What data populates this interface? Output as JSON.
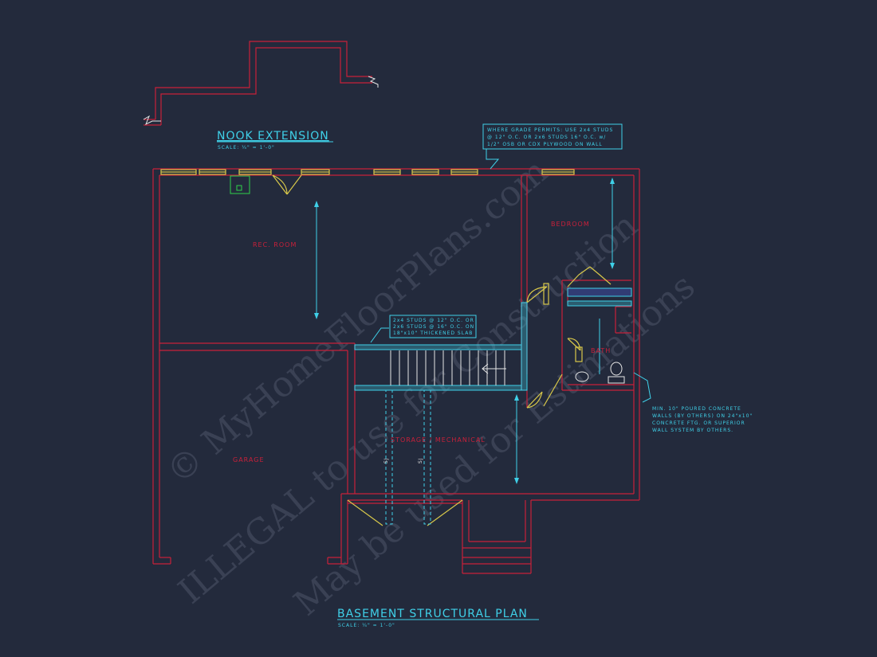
{
  "colors": {
    "background": "#232a3c",
    "wall": "#c8203a",
    "cyan": "#3fd0e8",
    "yellow": "#d8c84a",
    "green": "#2fd24a",
    "white": "#e6e6e6",
    "watermark": "#3a4154"
  },
  "drawing": {
    "title": "BASEMENT STRUCTURAL PLAN",
    "scale": "SCALE: ¼\" = 1'-0\""
  },
  "nook": {
    "title": "NOOK EXTENSION",
    "scale": "SCALE: ¼\" = 1'-0\""
  },
  "rooms": {
    "rec_room": "REC. ROOM",
    "bedroom": "BEDROOM",
    "bath": "BATH",
    "storage": "STORAGE / MECHANICAL",
    "garage": "GARAGE"
  },
  "beam_labels": {
    "left": "SJ",
    "right": "SJ"
  },
  "notes": {
    "grade": [
      "WHERE GRADE PERMITS: USE 2x4 STUDS",
      "@ 12\" O.C. OR 2x6 STUDS 16\" O.C. w/",
      "1/2\" OSB OR CDX PLYWOOD ON WALL"
    ],
    "studs": [
      "2x4 STUDS @ 12\" O.C. OR",
      "2x6 STUDS @ 16\" O.C. ON",
      "18\"x10\" THICKENED SLAB"
    ],
    "concrete": [
      "MIN. 10\" POURED CONCRETE",
      "WALLS (BY OTHERS) ON 24\"x10\"",
      "CONCRETE FTG. OR SUPERIOR",
      "WALL SYSTEM BY OTHERS."
    ]
  },
  "watermark": {
    "line1": "© MyHomeFloorPlans.com",
    "line2": "ILLEGAL to use for Construction",
    "line3": "May be used for Estimations"
  }
}
